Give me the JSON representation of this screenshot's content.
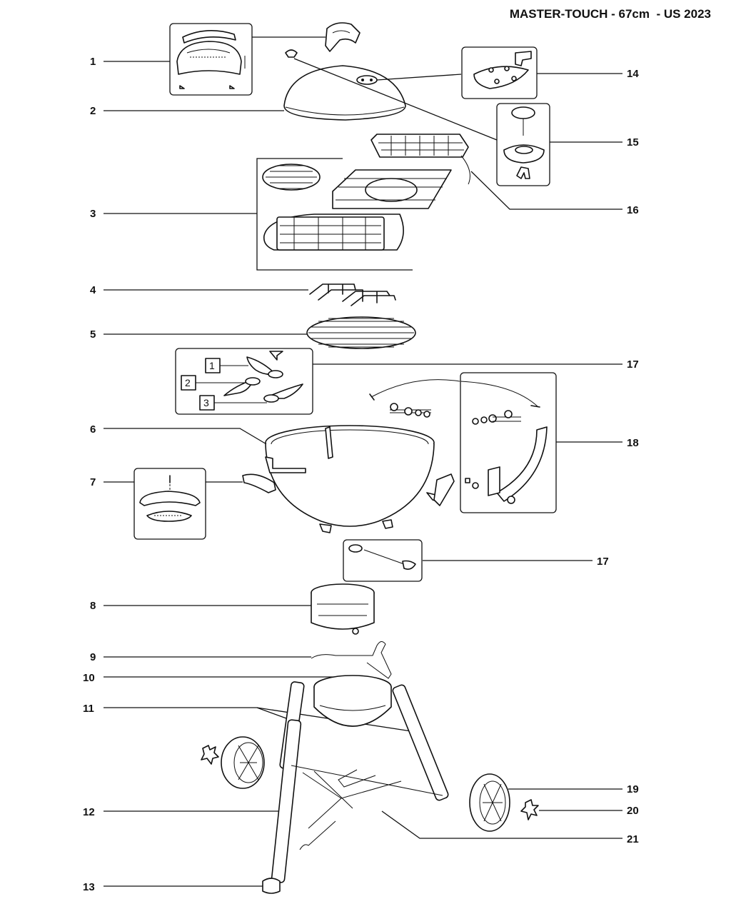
{
  "header": {
    "title": "MASTER-TOUCH - 67cm  - US 2023"
  },
  "callouts": {
    "c1": "1",
    "c2": "2",
    "c3": "3",
    "c4": "4",
    "c5": "5",
    "c6": "6",
    "c7": "7",
    "c8": "8",
    "c9": "9",
    "c10": "10",
    "c11": "11",
    "c12": "12",
    "c13": "13",
    "c14": "14",
    "c15": "15",
    "c16": "16",
    "c17a": "17",
    "c17b": "17",
    "c18": "18",
    "c19": "19",
    "c20": "20",
    "c21": "21"
  },
  "inset17": {
    "s1": "1",
    "s2": "2",
    "s3": "3"
  }
}
